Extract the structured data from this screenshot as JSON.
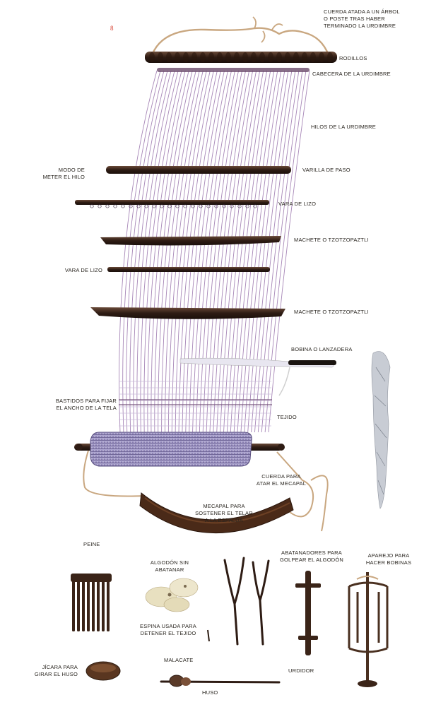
{
  "figure_mark": "8",
  "labels": {
    "cuerda_arbol": "Cuerda atada a un árbol\no poste tras haber\nterminado la urdimbre",
    "rodillos": "Rodillos",
    "cabecera": "Cabecera de la urdimbre",
    "hilos": "Hilos de la urdimbre",
    "modo": "Modo de\nmeter el hilo",
    "varilla_paso": "Varilla de paso",
    "vara_lizo_1": "Vara de lizo",
    "machete_1": "Machete o tzotzopaztli",
    "vara_lizo_2": "Vara de lizo",
    "machete_2": "Machete o tzotzopaztli",
    "bobina": "Bobina o lanzadera",
    "bastidos": "Bastidos para fijar\nel ancho de la tela",
    "tejido": "Tejido",
    "cuerda_mecapal": "Cuerda para\natar el mecapal",
    "mecapal": "Mecapal para\nsostener el telar\na la espalda",
    "peine": "Peine",
    "algodon": "Algodón sin\nabatanar",
    "abatanadores": "Abatanadores para\ngolpear el algodón",
    "aparejo": "Aparejo para\nhacer bobinas",
    "espina": "Espina usada para\ndetener el tejido",
    "jicara": "Jícara para\ngirar el huso",
    "malacate": "Malacate",
    "urdidor": "Urdidor",
    "huso": "Huso"
  },
  "colors": {
    "thread": "#8a5fa0",
    "wood": "#3a2418",
    "cloth": "#9a8fc0",
    "label": "#2a2620",
    "mark": "#d63a2a"
  }
}
